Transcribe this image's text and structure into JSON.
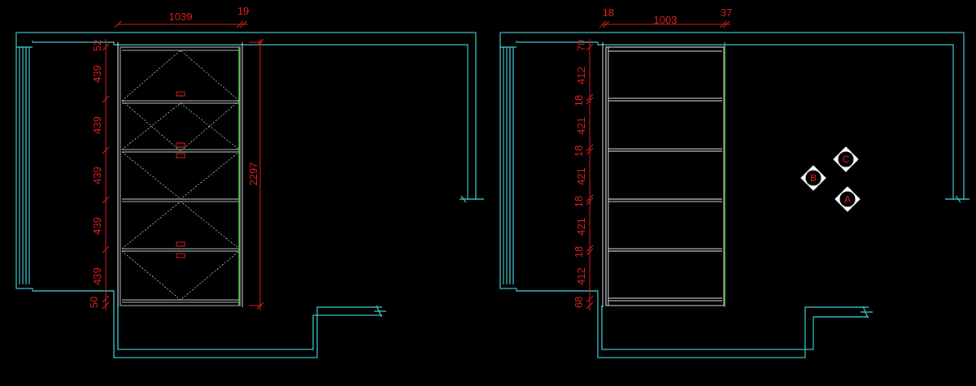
{
  "left_elevation": {
    "top_dims": [
      "1039",
      "19"
    ],
    "height_dims": [
      "52",
      "439",
      "439",
      "439",
      "439",
      "439",
      "50"
    ],
    "overall_height": "2297"
  },
  "right_elevation": {
    "top_dims": [
      "18",
      "1003",
      "37"
    ],
    "height_dims": [
      "70",
      "412",
      "18",
      "421",
      "18",
      "421",
      "18",
      "421",
      "18",
      "412",
      "68"
    ]
  },
  "view_markers": [
    "C",
    "B",
    "A"
  ]
}
